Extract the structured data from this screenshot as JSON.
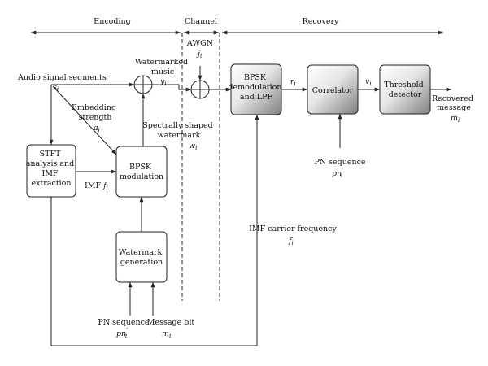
{
  "sections": {
    "encoding": "Encoding",
    "channel": "Channel",
    "recovery": "Recovery"
  },
  "blocks": {
    "stft": [
      "STFT",
      "analysis and",
      "IMF",
      "extraction"
    ],
    "bpsk_mod": [
      "BPSK",
      "modulation"
    ],
    "watermark_gen": [
      "Watermark",
      "generation"
    ],
    "bpsk_demod": [
      "BPSK",
      "demodulation",
      "and LPF"
    ],
    "correlator": "Correlator",
    "threshold": [
      "Threshold",
      "detector"
    ]
  },
  "labels": {
    "audio_segments": "Audio signal segments",
    "audio_symbol": "s",
    "audio_sub": "i",
    "embedding": [
      "Embedding",
      "strength"
    ],
    "embedding_symbol": "a",
    "embedding_sub": "i",
    "imf": "IMF",
    "imf_symbol": "f",
    "imf_sub": "i",
    "watermarked": [
      "Watermarked",
      "music"
    ],
    "watermarked_symbol": "y",
    "watermarked_sub": "i",
    "awgn": "AWGN",
    "awgn_symbol": "j",
    "awgn_sub": "i",
    "spectral": [
      "Spectrally shaped",
      "watermark"
    ],
    "spectral_symbol": "w",
    "spectral_sub": "i",
    "r_symbol": "r",
    "r_sub": "i",
    "v_symbol": "v",
    "v_sub": "i",
    "recovered": [
      "Recovered",
      "message"
    ],
    "recovered_symbol": "m",
    "recovered_sub": "i",
    "pn_right": "PN sequence",
    "pn_right_symbol": "pn",
    "pn_right_sub": "i",
    "pn_right_prime": "′",
    "imf_carrier": "IMF carrier frequency",
    "imf_carrier_symbol": "f",
    "imf_carrier_sub": "i",
    "pn_bottom": "PN sequence",
    "pn_bottom_symbol": "pn",
    "pn_bottom_sub": "i",
    "pn_bottom_prime": "′",
    "message_bit": "Message bit",
    "message_bit_symbol": "m",
    "message_bit_sub": "i"
  },
  "colors": {
    "stroke": "#222222",
    "grad_light": "#ffffff",
    "grad_dark": "#8c8c8c"
  }
}
